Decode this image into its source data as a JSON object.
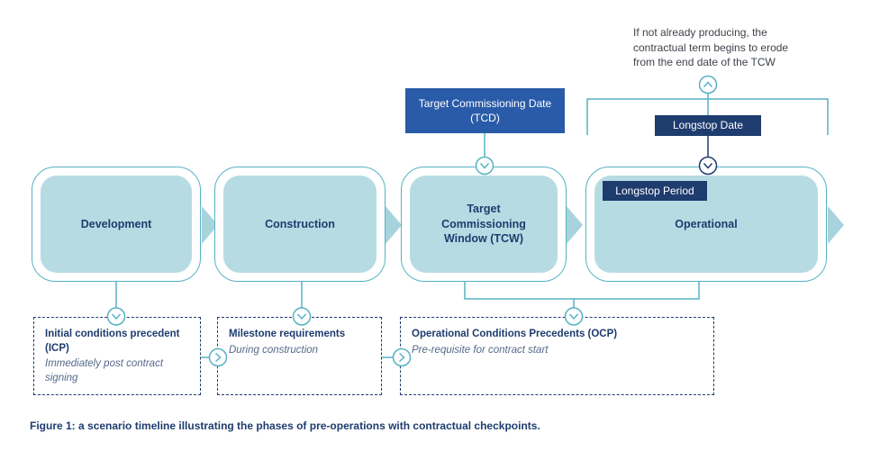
{
  "annotation": {
    "text": "If not already producing, the\ncontractual term begins to erode\nfrom the end date of the TCW"
  },
  "labels": {
    "tcd": "Target Commissioning Date\n(TCD)",
    "longstop_date": "Longstop Date",
    "longstop_period": "Longstop Period"
  },
  "phases": [
    {
      "label": "Development"
    },
    {
      "label": "Construction"
    },
    {
      "label": "Target\nCommissioning\nWindow (TCW)"
    },
    {
      "label": "Operational"
    }
  ],
  "checkpoints": [
    {
      "title": "Initial conditions precedent (ICP)",
      "subtitle": "Immediately post contract signing"
    },
    {
      "title": "Milestone requirements",
      "subtitle": "During construction"
    },
    {
      "title": "Operational Conditions Precedents (OCP)",
      "subtitle": "Pre-requisite for contract start"
    }
  ],
  "caption": "Figure 1: a scenario timeline illustrating the phases of pre-operations with contractual checkpoints.",
  "colors": {
    "teal": "#56b2c3",
    "light_blue_fill": "#b7dbe3",
    "arrow_blue": "#a7d3dd",
    "navy": "#1e3c6e",
    "medium_blue": "#2a5ba8",
    "annotation_text": "#3d434b",
    "subtitle_text": "#55698a"
  }
}
